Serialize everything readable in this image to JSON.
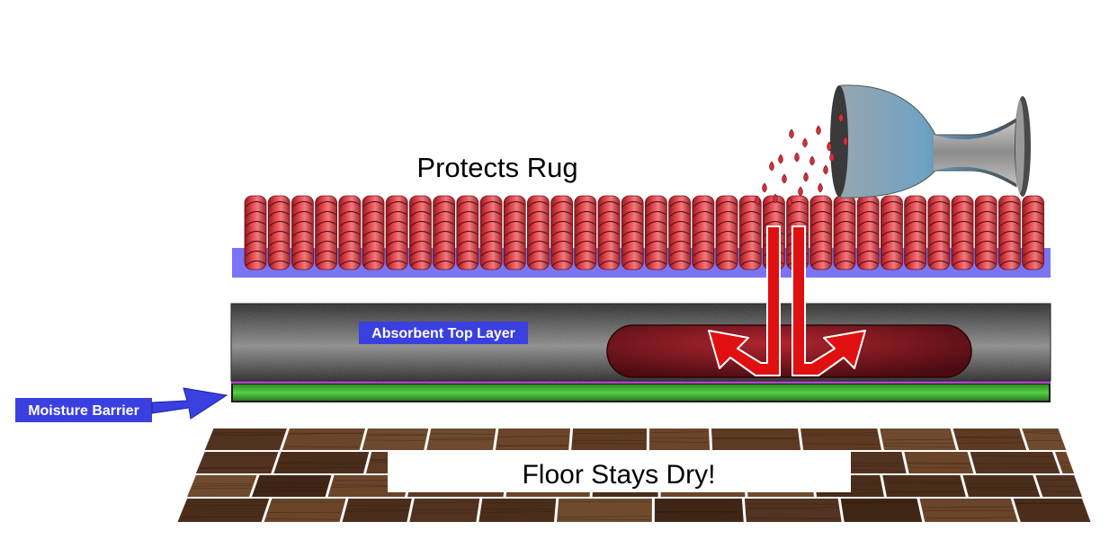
{
  "diagram": {
    "title": "Protects Rug",
    "labels": {
      "absorbent_top_layer": "Absorbent Top Layer",
      "moisture_barrier": "Moisture Barrier",
      "floor": "Floor Stays Dry!"
    },
    "colors": {
      "rug_fiber": "#d8383f",
      "rug_backing": "#7b74f5",
      "absorbent_layer": "#5a5a5a",
      "moisture_barrier": "#47c23a",
      "barrier_edge": "#b347c9",
      "label_box": "#3a3fe0",
      "arrow": "#e01010",
      "spill": "#8a1020",
      "wood": "#5b3a22",
      "glass": "#7fa2b8",
      "wine_drop": "#d0303a"
    }
  }
}
